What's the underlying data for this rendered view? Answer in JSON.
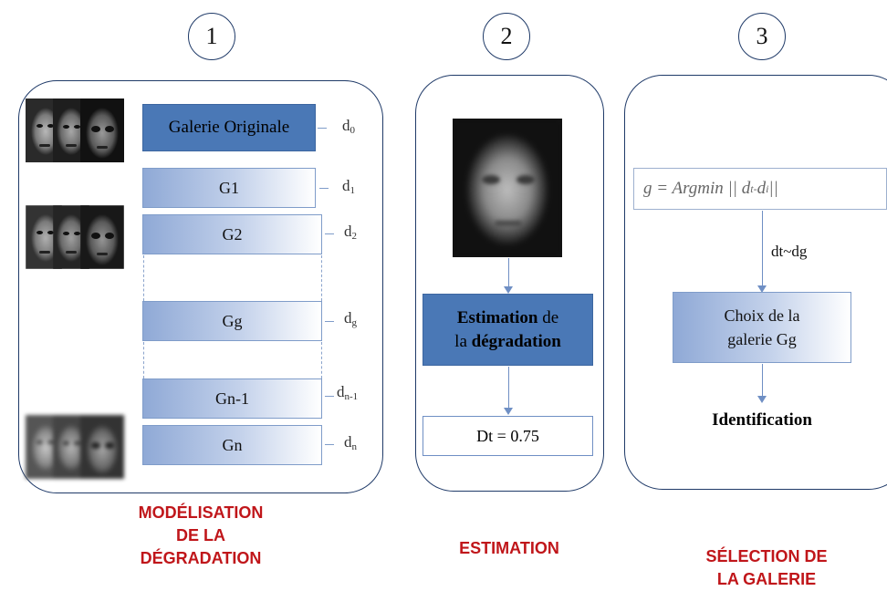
{
  "steps": {
    "n1": "1",
    "n2": "2",
    "n3": "3"
  },
  "panel1": {
    "original": "Galerie Originale",
    "galleries": [
      "G1",
      "G2",
      "Gg",
      "Gn-1",
      "Gn"
    ],
    "distances": {
      "d0": {
        "base": "d",
        "sub": "0"
      },
      "d1": {
        "base": "d",
        "sub": "1"
      },
      "d2": {
        "base": "d",
        "sub": "2"
      },
      "dg": {
        "base": "d",
        "sub": "g"
      },
      "dn1": {
        "base": "d",
        "sub": "n-1"
      },
      "dn": {
        "base": "d",
        "sub": "n"
      }
    },
    "title_line1": "MODÉLISATION",
    "title_line2": "DE LA",
    "title_line3": "DÉGRADATION"
  },
  "panel2": {
    "estimation_bold": "Estimation",
    "estimation_rest": " de",
    "la": "la ",
    "degradation_bold": "dégradation",
    "dt_value": "Dt = 0.75",
    "title": "ESTIMATION"
  },
  "panel3": {
    "formula": "g = Argmin || d",
    "formula_sub1": "t-",
    "formula_mid": " d",
    "formula_sub2": "i",
    "formula_end": " ||",
    "relation": "dt~dg",
    "choice_line1": "Choix de la",
    "choice_line2": "galerie Gg",
    "identification": "Identification",
    "title_line1": "SÉLECTION DE",
    "title_line2": "LA GALERIE"
  },
  "colors": {
    "original_box": "#4a78b6",
    "gallery_gradient_start": "#8fa9d6",
    "panel_border": "#1f3a68",
    "title_red": "#c0161a"
  },
  "icons": [
    "face-photo-icon",
    "arrow-down-icon"
  ]
}
